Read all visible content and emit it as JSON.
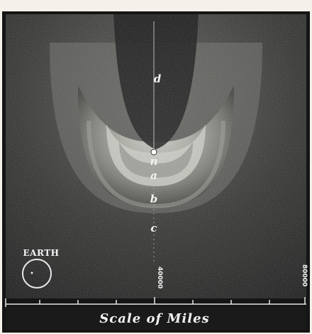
{
  "figure": {
    "markers": {
      "d": "d",
      "n": "n",
      "a": "a",
      "b": "b",
      "c": "c"
    },
    "earth_label": "EARTH",
    "scale": {
      "mark_mid": "40000",
      "mark_end": "80000",
      "title": "Scale of Miles"
    }
  }
}
